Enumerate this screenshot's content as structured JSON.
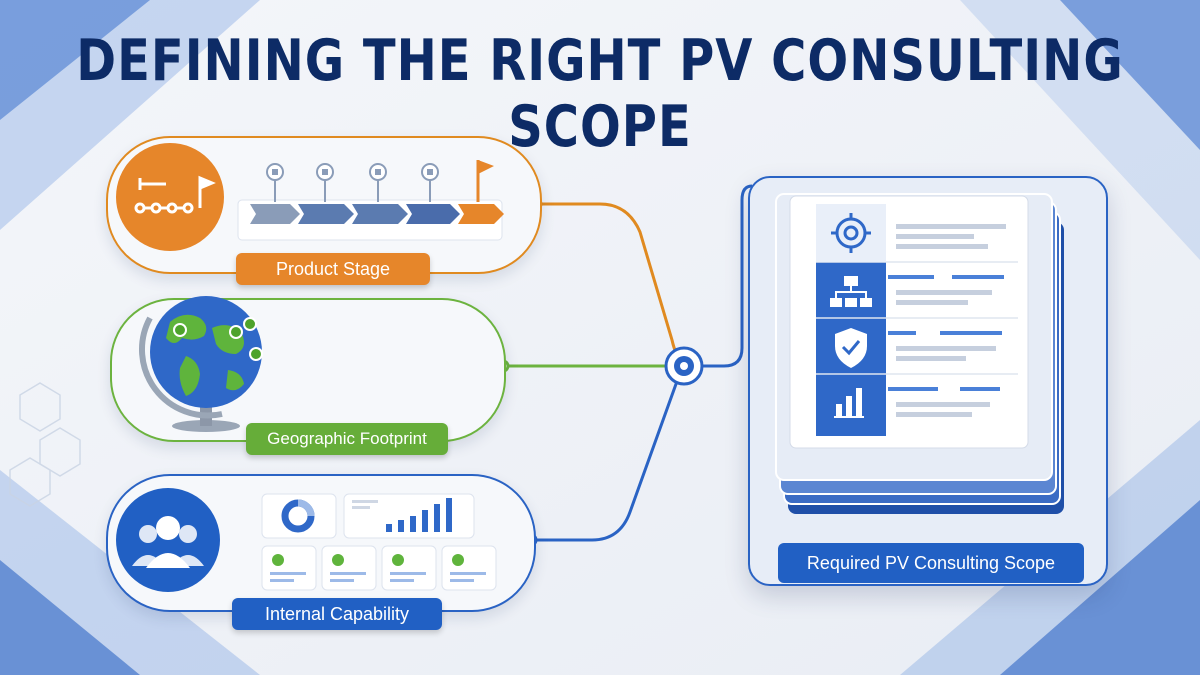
{
  "title": "DEFINING THE RIGHT PV CONSULTING SCOPE",
  "inputs": [
    {
      "label": "Product Stage",
      "icon": "roadmap-icon",
      "color": "#e6862a"
    },
    {
      "label": "Geographic Footprint",
      "icon": "globe-icon",
      "color": "#66ad39"
    },
    {
      "label": "Internal Capability",
      "icon": "team-icon",
      "color": "#2160c4"
    }
  ],
  "output": {
    "label": "Required PV Consulting Scope",
    "color": "#2160c4",
    "document_icons": [
      "target-icon",
      "org-chart-icon",
      "shield-check-icon",
      "bar-chart-icon"
    ]
  },
  "colors": {
    "title": "#0d2b66",
    "orange": "#e08a20",
    "green": "#6cb33f",
    "blue": "#2a63c4"
  }
}
